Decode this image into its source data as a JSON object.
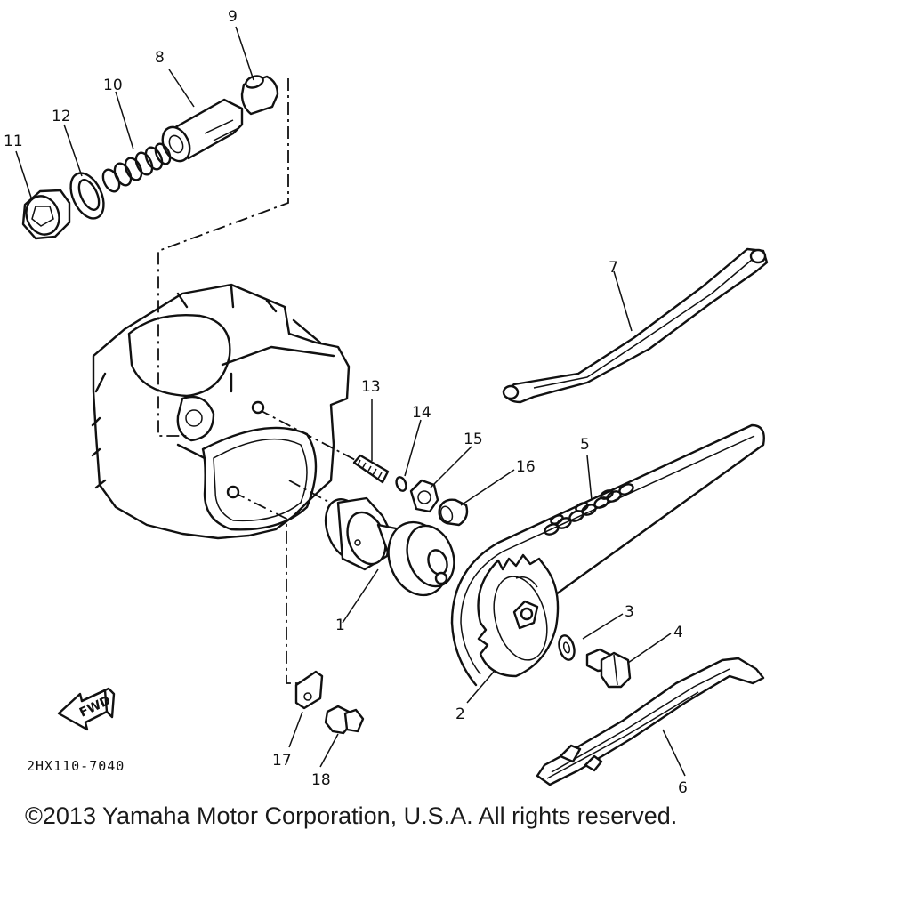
{
  "callouts": {
    "c1": "1",
    "c2": "2",
    "c3": "3",
    "c4": "4",
    "c5": "5",
    "c6": "6",
    "c7": "7",
    "c8": "8",
    "c9": "9",
    "c10": "10",
    "c11": "11",
    "c12": "12",
    "c13": "13",
    "c14": "14",
    "c15": "15",
    "c16": "16",
    "c17": "17",
    "c18": "18"
  },
  "fwd_label": "FWD",
  "diagram_code": "2HX110-7040",
  "copyright": "©2013 Yamaha Motor Corporation, U.S.A. All rights reserved."
}
